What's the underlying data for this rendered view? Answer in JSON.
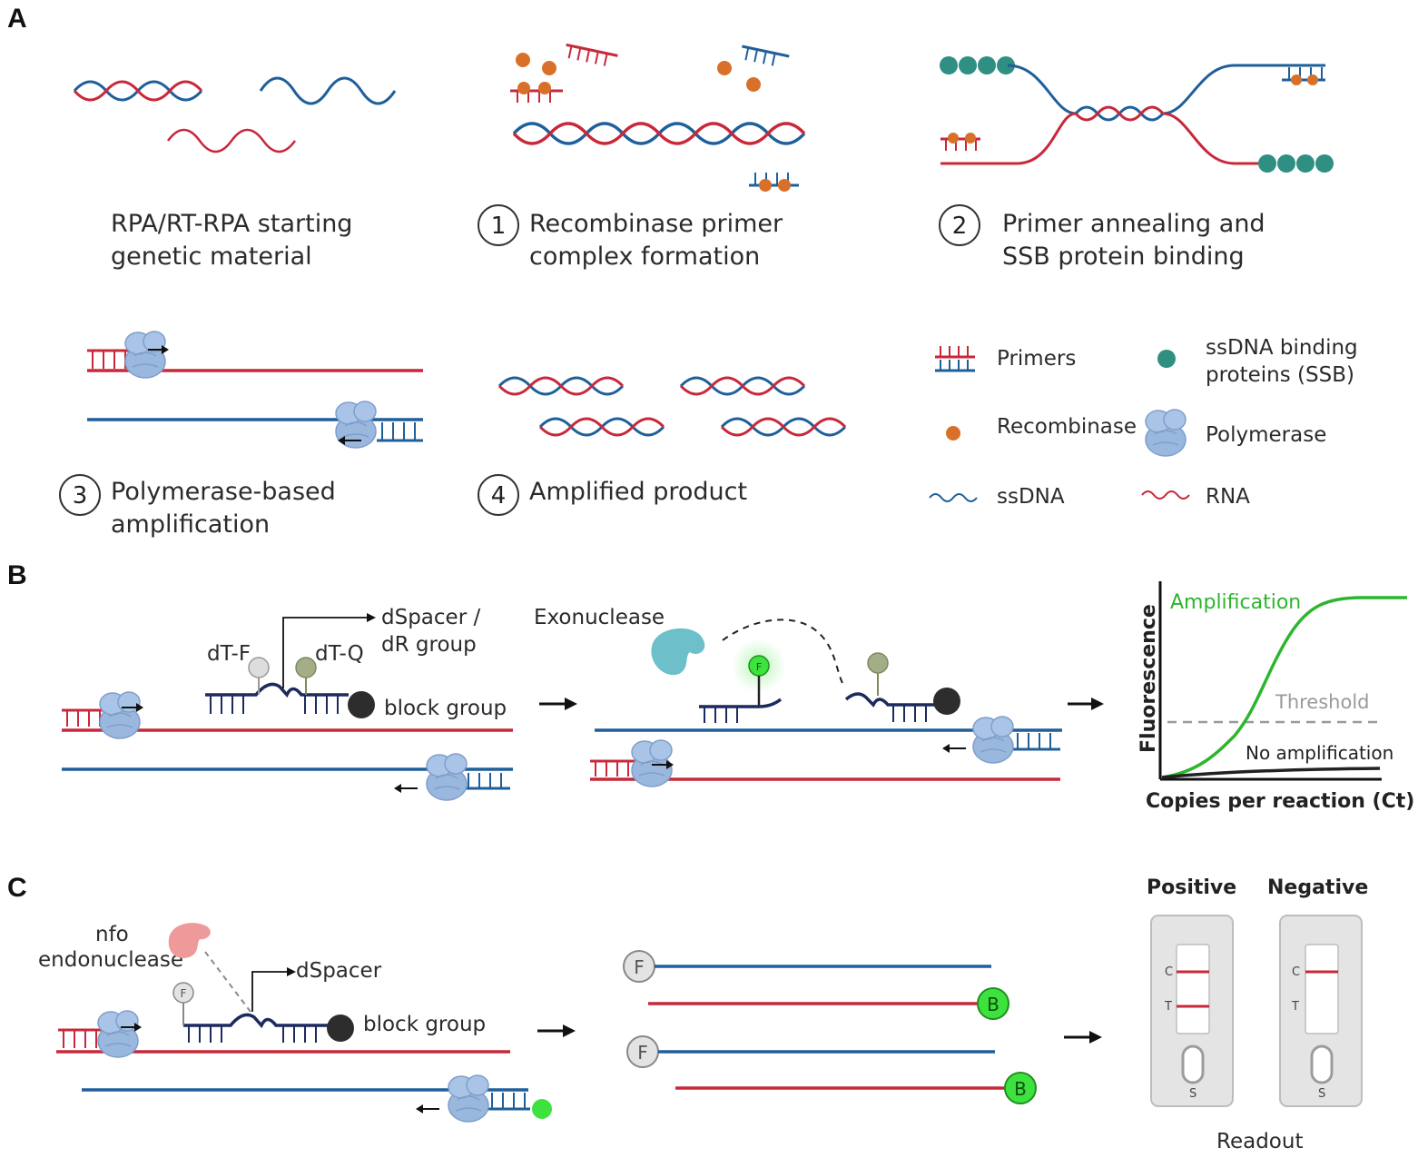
{
  "panels": {
    "a": {
      "letter": "A",
      "start_label": [
        "RPA/RT-RPA starting",
        "genetic material"
      ],
      "step1": {
        "num": "1",
        "lines": [
          "Recombinase primer",
          "complex formation"
        ]
      },
      "step2": {
        "num": "2",
        "lines": [
          "Primer annealing and",
          "SSB protein binding"
        ]
      },
      "step3": {
        "num": "3",
        "lines": [
          "Polymerase-based",
          "amplification"
        ]
      },
      "step4": {
        "num": "4",
        "lines": [
          "Amplified product"
        ]
      },
      "legend": {
        "primers": "Primers",
        "ssb": [
          "ssDNA binding",
          "proteins (SSB)"
        ],
        "recombinase": "Recombinase",
        "polymerase": "Polymerase",
        "ssdna": "ssDNA",
        "rna": "RNA"
      }
    },
    "b": {
      "letter": "B",
      "dspacer": [
        "dSpacer /",
        "dR group"
      ],
      "dtf": "dT-F",
      "dtq": "dT-Q",
      "block": "block group",
      "exonuclease": "Exonuclease",
      "probe_f": "F",
      "chart": {
        "amplification": "Amplification",
        "threshold": "Threshold",
        "no_amplification": "No amplification",
        "ylabel": "Fluorescence",
        "xlabel": "Copies per reaction (Ct)"
      }
    },
    "c": {
      "letter": "C",
      "nfo": [
        "nfo",
        "endonuclease"
      ],
      "dspacer": "dSpacer",
      "block": "block group",
      "probe_f": "F",
      "label_f": "F",
      "label_b": "B",
      "positive": "Positive",
      "negative": "Negative",
      "strip_c": "C",
      "strip_t": "T",
      "strip_s": "S",
      "readout": "Readout"
    }
  },
  "colors": {
    "red": "#c8283a",
    "blue": "#1f5f9a",
    "navy": "#1c2a5e",
    "teal": "#2f8f83",
    "orange": "#d9702a",
    "polymerase": "#9ab8de",
    "exonuclease": "#6dbfca",
    "nfo": "#ee9a9a",
    "green": "#2db52d",
    "probe_green": "#3ee23e"
  }
}
